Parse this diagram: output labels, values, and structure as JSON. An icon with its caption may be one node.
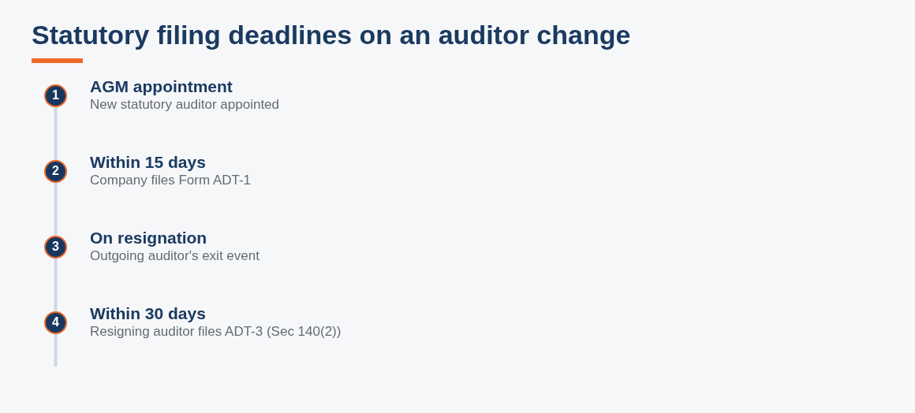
{
  "diagram": {
    "title": "Statutory filing deadlines on an auditor change",
    "nodes": [
      {
        "text": [
          "1"
        ],
        "beside": [
          "AGM appointment",
          "New statutory auditor appointed"
        ]
      },
      {
        "text": [
          "2"
        ],
        "beside": [
          "Within 15 days",
          "Company files Form ADT-1"
        ]
      },
      {
        "text": [
          "3"
        ],
        "beside": [
          "On resignation",
          "Outgoing auditor's exit event"
        ]
      },
      {
        "text": [
          "4"
        ],
        "beside": [
          "Within 30 days",
          "Resigning auditor files ADT-3 (Sec 140(2))"
        ]
      }
    ],
    "edges": [
      {
        "from": 0,
        "to": 1,
        "arrow": "none"
      },
      {
        "from": 1,
        "to": 2,
        "arrow": "none"
      },
      {
        "from": 2,
        "to": 3,
        "arrow": "none"
      },
      {
        "from": 3,
        "to": null,
        "arrow": "none"
      }
    ]
  }
}
